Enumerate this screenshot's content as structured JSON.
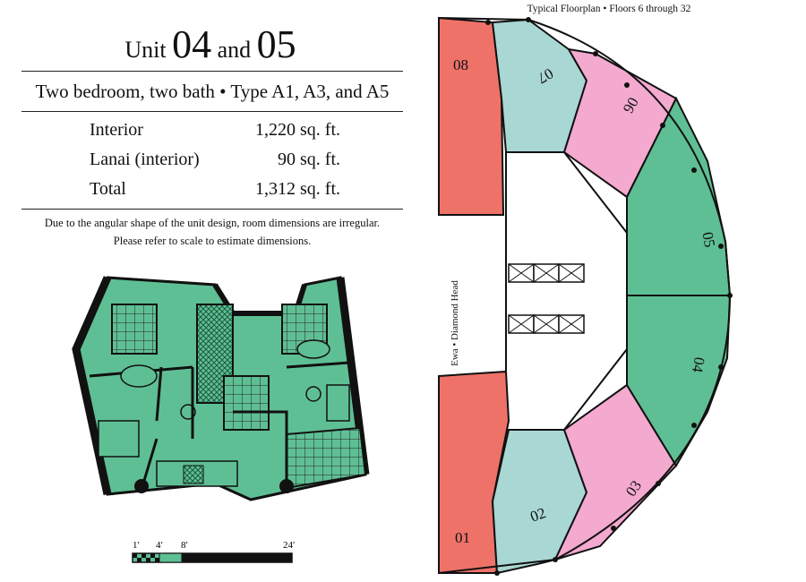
{
  "header": {
    "unit_word": "Unit",
    "unit_a": "04",
    "and_word": "and",
    "unit_b": "05",
    "subtitle": "Two bedroom, two bath • Type A1, A3, and A5"
  },
  "areas": [
    {
      "label": "Interior",
      "value": "1,220 sq. ft."
    },
    {
      "label": "Lanai (interior)",
      "value": "90 sq. ft."
    },
    {
      "label": "Total",
      "value": "1,312 sq. ft."
    }
  ],
  "note": {
    "line1": "Due to the angular shape of the unit design, room dimensions are irregular.",
    "line2": "Please refer to scale to estimate dimensions."
  },
  "scale": {
    "t1": "1′",
    "t2": "4′",
    "t3": "8′",
    "t4": "24′"
  },
  "floorplan": {
    "title": "Typical Floorplan  •  Floors 6 through 32",
    "side_label": "Ewa  •  Diamond Head",
    "units": [
      "08",
      "07",
      "06",
      "05",
      "04",
      "03",
      "02",
      "01"
    ]
  },
  "colors": {
    "green": "#5fbf94",
    "red": "#ee7268",
    "blue": "#a9d7d3",
    "pink": "#f4a9cf"
  }
}
